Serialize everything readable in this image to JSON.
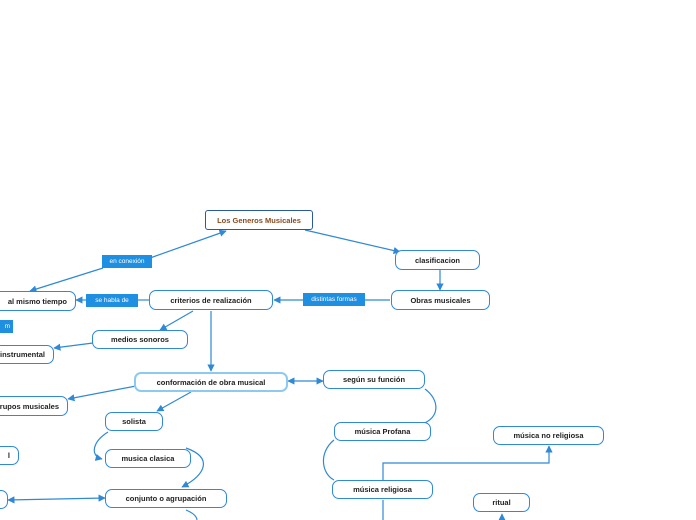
{
  "root": "Los Generos Musicales",
  "nodes": {
    "clasificacion": "clasificacion",
    "obras_musicales": "Obras musicales",
    "criterios": "criterios de realización",
    "mismo_tiempo": "al mismo tiempo",
    "medios_sonoros": "medios sonoros",
    "instrumental": "instrumental",
    "conformacion": "conformación de obra musical",
    "grupos_musicales": "grupos musicales",
    "solista": "solista",
    "musica_clasica": "musica clasica",
    "partial_left": "l",
    "conjunto": "conjunto o agrupación",
    "segun_funcion": "según su función",
    "musica_profana": "música Profana",
    "musica_religiosa": "música religiosa",
    "musica_no_religiosa": "música no religiosa",
    "ritual": "ritual"
  },
  "labels": {
    "en_conexion": "en conexión",
    "se_habla_de": "se habla  de",
    "distintas_formas": "distintas formas",
    "partial": "m"
  },
  "colors": {
    "edge": "#2f89d6",
    "label_bg": "#1f8fe1",
    "node_border": "#2f89d6",
    "root_border": "#2a58a8",
    "root_text": "#8a4a1e"
  }
}
